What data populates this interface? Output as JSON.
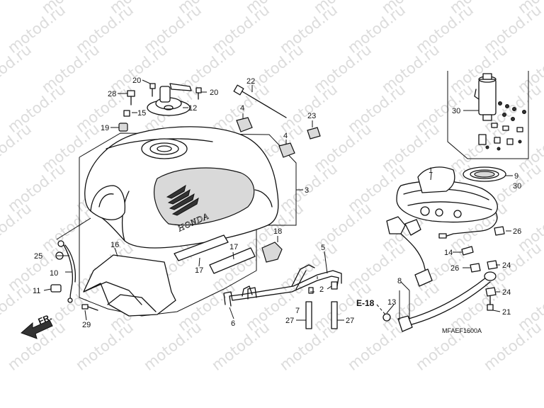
{
  "watermark": "motod.ru",
  "diagram_code": "MFAEF1600A",
  "brand_on_tank": "HONDA",
  "front_arrow_label": "FR.",
  "reference_label": "E-18",
  "callouts": {
    "c1": "1",
    "c2": "2",
    "c3": "3",
    "c4a": "4",
    "c4b": "4",
    "c5": "5",
    "c6": "6",
    "c7": "7",
    "c8": "8",
    "c9": "9",
    "c10": "10",
    "c11": "11",
    "c12": "12",
    "c13": "13",
    "c14": "14",
    "c15": "15",
    "c16": "16",
    "c17a": "17",
    "c17b": "17",
    "c18": "18",
    "c19": "19",
    "c20a": "20",
    "c20b": "20",
    "c21": "21",
    "c22": "22",
    "c23": "23",
    "c24a": "24",
    "c24b": "24",
    "c25": "25",
    "c26a": "26",
    "c26b": "26",
    "c27a": "27",
    "c27b": "27",
    "c28": "28",
    "c29": "29",
    "c30a": "30",
    "c30b": "30"
  }
}
